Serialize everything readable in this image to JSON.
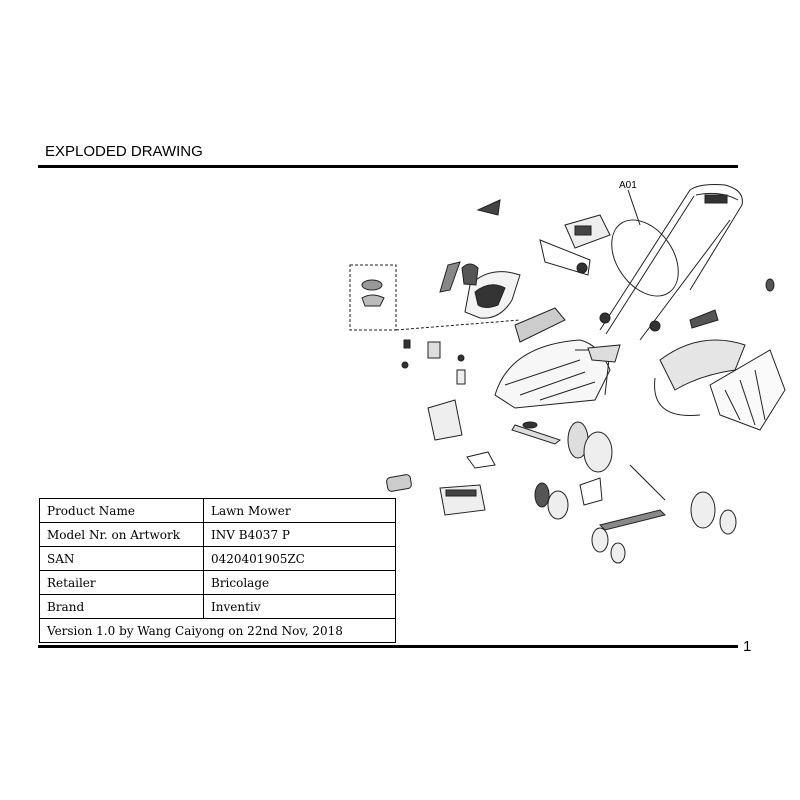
{
  "header": {
    "title": "EXPLODED DRAWING"
  },
  "drawing": {
    "assembly_label": "A01"
  },
  "info_table": {
    "rows": [
      {
        "label": "Product Name",
        "value": "Lawn Mower"
      },
      {
        "label": "Model Nr. on Artwork",
        "value": "INV B4037 P"
      },
      {
        "label": "SAN",
        "value": "0420401905ZC"
      },
      {
        "label": "Retailer",
        "value": "Bricolage"
      },
      {
        "label": "Brand",
        "value": "Inventiv"
      }
    ],
    "version": "Version 1.0 by Wang Caiyong on 22nd Nov, 2018"
  },
  "footer": {
    "page_number": "1"
  }
}
